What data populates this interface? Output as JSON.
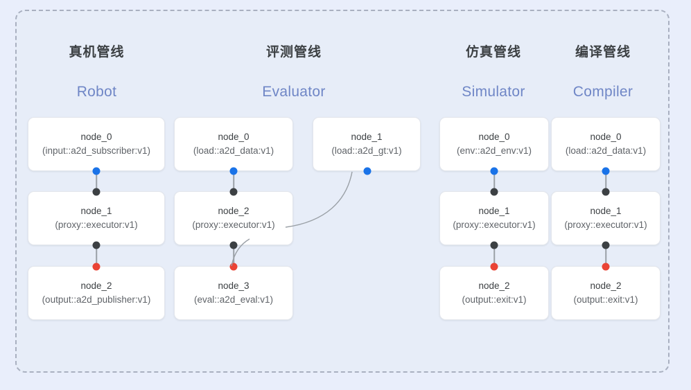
{
  "theme": {
    "page_background": "#e9eefb",
    "panel_background": "#e7edf8",
    "panel_border": "#a9b0c0",
    "node_background": "#ffffff",
    "title_color": "#3c4043",
    "subtitle_color": "#6f86c6",
    "dot_blue": "#1a73e8",
    "dot_black": "#3c4043",
    "dot_red": "#ea4335",
    "link_color": "#9aa0a6"
  },
  "columns": [
    {
      "title": "真机管线",
      "subtitle": "Robot",
      "nodes": [
        {
          "name": "node_0",
          "type": "(input::a2d_subscriber:v1)"
        },
        {
          "name": "node_1",
          "type": "(proxy::executor:v1)"
        },
        {
          "name": "node_2",
          "type": "(output::a2d_publisher:v1)"
        }
      ]
    },
    {
      "title": "评测管线",
      "subtitle": "Evaluator",
      "nodes": [
        {
          "name": "node_0",
          "type": "(load::a2d_data:v1)"
        },
        {
          "name": "node_1",
          "type": "(load::a2d_gt:v1)"
        },
        {
          "name": "node_2",
          "type": "(proxy::executor:v1)"
        },
        {
          "name": "node_3",
          "type": "(eval::a2d_eval:v1)"
        }
      ]
    },
    {
      "title": "仿真管线",
      "subtitle": "Simulator",
      "nodes": [
        {
          "name": "node_0",
          "type": "(env::a2d_env:v1)"
        },
        {
          "name": "node_1",
          "type": "(proxy::executor:v1)"
        },
        {
          "name": "node_2",
          "type": "(output::exit:v1)"
        }
      ]
    },
    {
      "title": "编译管线",
      "subtitle": "Compiler",
      "nodes": [
        {
          "name": "node_0",
          "type": "(load::a2d_data:v1)"
        },
        {
          "name": "node_1",
          "type": "(proxy::executor:v1)"
        },
        {
          "name": "node_2",
          "type": "(output::exit:v1)"
        }
      ]
    }
  ]
}
